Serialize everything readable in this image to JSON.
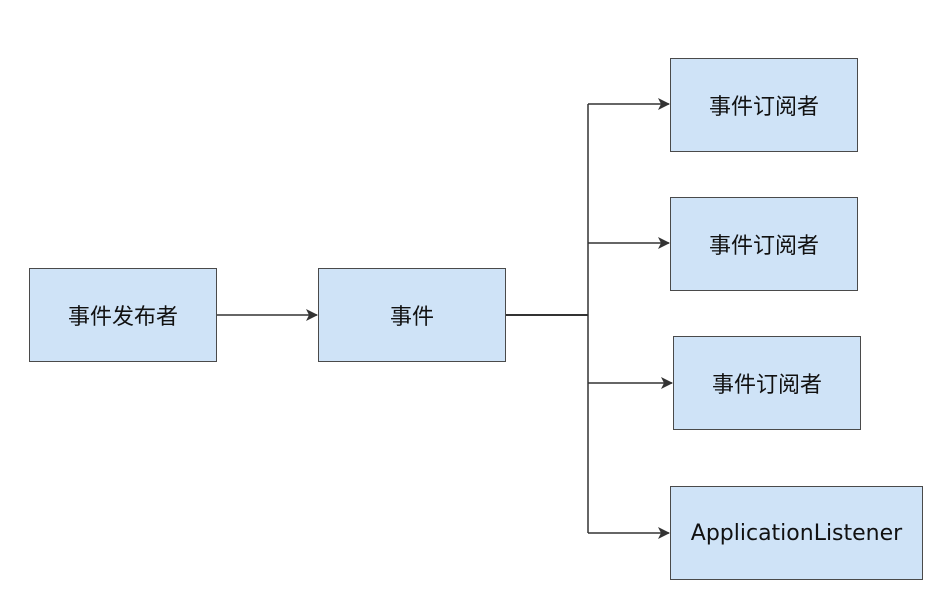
{
  "diagram": {
    "nodes": {
      "publisher": {
        "label": "事件发布者"
      },
      "event": {
        "label": "事件"
      },
      "subscriber_1": {
        "label": "事件订阅者"
      },
      "subscriber_2": {
        "label": "事件订阅者"
      },
      "subscriber_3": {
        "label": "事件订阅者"
      },
      "listener": {
        "label": "ApplicationListener"
      }
    },
    "edges": [
      {
        "from": "publisher",
        "to": "event"
      },
      {
        "from": "event",
        "to": "subscriber_1"
      },
      {
        "from": "event",
        "to": "subscriber_2"
      },
      {
        "from": "event",
        "to": "subscriber_3"
      },
      {
        "from": "event",
        "to": "listener"
      }
    ],
    "colors": {
      "node_fill": "#cfe3f7",
      "node_border": "#4a4a4a",
      "line": "#333333"
    }
  }
}
